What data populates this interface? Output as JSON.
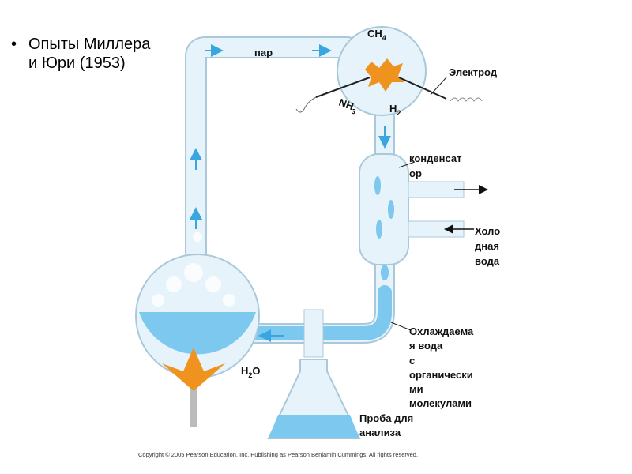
{
  "slide": {
    "bullet": [
      "Опыты Миллера",
      "и Юри (1953)"
    ]
  },
  "diagram": {
    "steam": "пар",
    "ch4": {
      "base": "CH",
      "sub": "4"
    },
    "nh3": {
      "base": "NH",
      "sub": "3"
    },
    "h2": {
      "base": "H",
      "sub": "2"
    },
    "h2o": {
      "base": "H",
      "sub": "2",
      "tail": "O"
    },
    "electrode": "Электрод",
    "condenser": [
      "конденсат",
      "ор"
    ],
    "cold_water": [
      "Холо",
      "дная",
      "вода"
    ],
    "cooled_water": [
      "Охлаждаема",
      "я вода",
      "с",
      "органически",
      "ми",
      "молекулами"
    ],
    "sample": [
      "Проба для",
      "анализа"
    ],
    "copyright": "Copyright © 2005 Pearson Education, Inc. Publishing as Pearson Benjamin Cummings. All rights reserved."
  },
  "colors": {
    "glass": "#d8ecf6",
    "water": "#7cc8ee",
    "arrow": "#3aa6e0",
    "spark": "#f0921e"
  }
}
